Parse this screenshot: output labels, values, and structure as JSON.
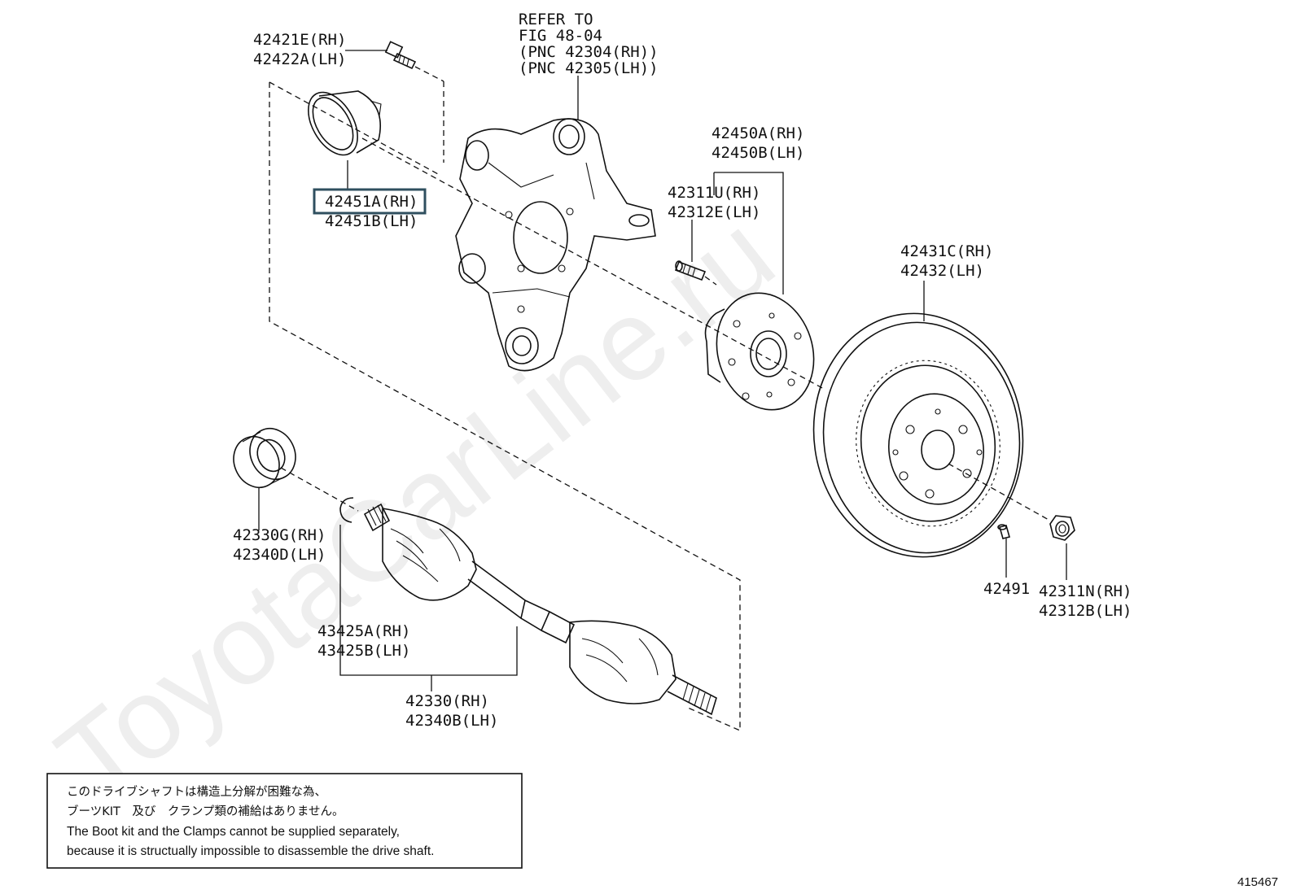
{
  "watermark": "ToyotaCarLine.ru",
  "refer": {
    "line1": "REFER TO",
    "line2": "FIG 48-04",
    "line3": "(PNC 42304(RH))",
    "line4": "(PNC 42305(LH))"
  },
  "labels": {
    "bolt": {
      "rh": "42421E(RH)",
      "lh": "42422A(LH)"
    },
    "seal": {
      "rh": "42451A(RH)",
      "lh": "42451B(LH)"
    },
    "hub": {
      "rh": "42450A(RH)",
      "lh": "42450B(LH)"
    },
    "hub_bolt": {
      "rh": "42311U(RH)",
      "lh": "42312E(LH)"
    },
    "disc": {
      "rh": "42431C(RH)",
      "lh": "42432(LH)"
    },
    "oil_seal": {
      "rh": "42330G(RH)",
      "lh": "42340D(LH)"
    },
    "clip": {
      "rh": "43425A(RH)",
      "lh": "43425B(LH)"
    },
    "shaft": {
      "rh": "42330(RH)",
      "lh": "42340B(LH)"
    },
    "plug": {
      "code": "42491"
    },
    "nut": {
      "rh": "42311N(RH)",
      "lh": "42312B(LH)"
    }
  },
  "highlight_color": "#2f4f5f",
  "note": {
    "jp_line1": "このドライブシャフトは構造上分解が困難な為、",
    "jp_line2": "ブーツKIT　及び　クランプ類の補給はありません。",
    "en_line1": "The Boot kit and the Clamps cannot be supplied separately,",
    "en_line2": "because it is structually impossible to disassemble the drive shaft."
  },
  "figure_number": "415467"
}
